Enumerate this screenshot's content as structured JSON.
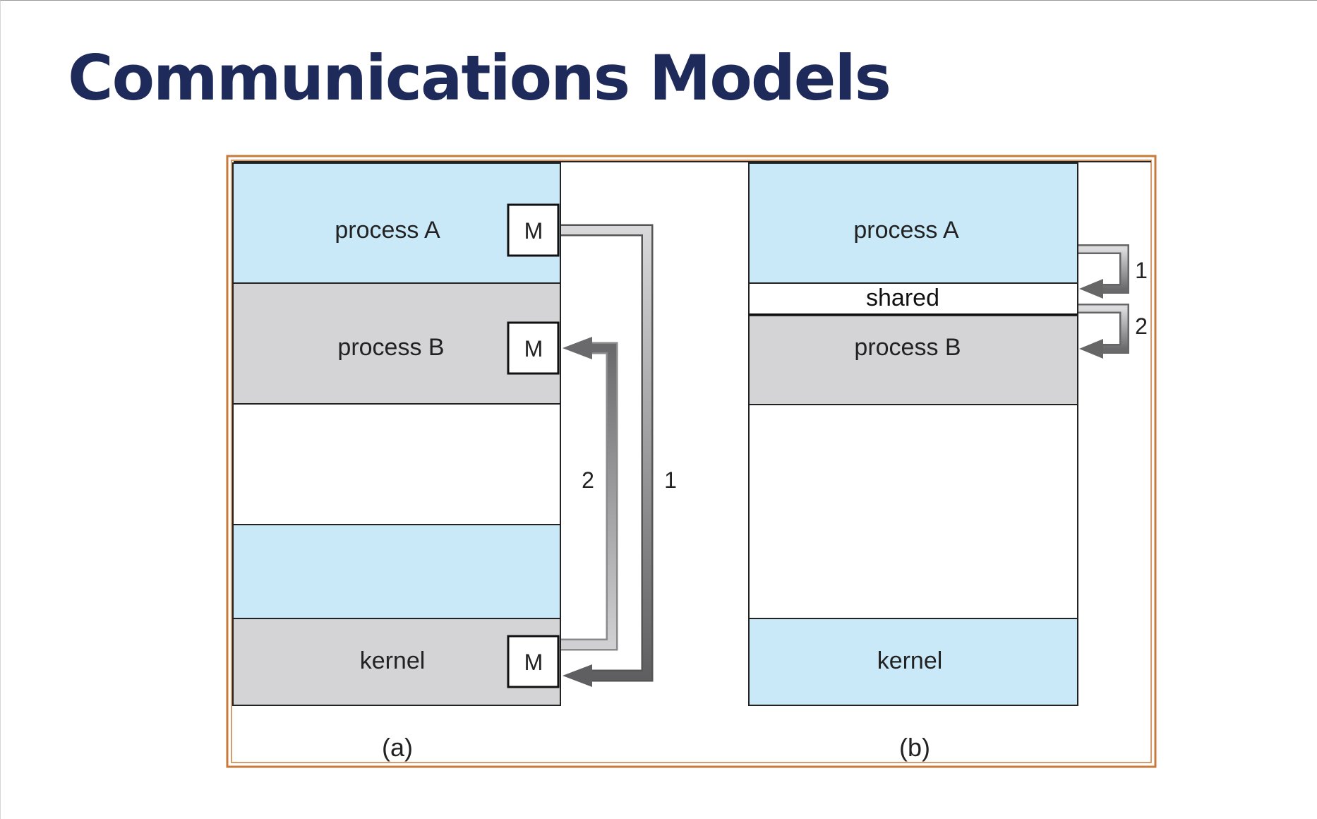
{
  "slide": {
    "title": "Communications Models"
  },
  "colors": {
    "title": "#1e2a5a",
    "frame": "#c87a3a",
    "process_blue": "#c9e9f9",
    "process_gray": "#d4d4d6",
    "arrow_dark": "#6a6a6c",
    "arrow_light": "#c8c8ca"
  },
  "diagram_a": {
    "process_a_label": "process A",
    "process_b_label": "process B",
    "kernel_label": "kernel",
    "message_label": "M",
    "step_1": "1",
    "step_2": "2",
    "caption": "(a)"
  },
  "diagram_b": {
    "process_a_label": "process A",
    "shared_label": "shared",
    "process_b_label": "process B",
    "kernel_label": "kernel",
    "step_1": "1",
    "step_2": "2",
    "caption": "(b)"
  }
}
